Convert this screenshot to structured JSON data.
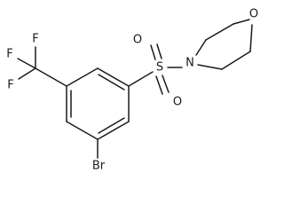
{
  "molecule": {
    "atoms": {
      "fluorine_top": "F",
      "fluorine_left": "F",
      "fluorine_bottom": "F",
      "sulfur": "S",
      "oxygen_upper": "O",
      "oxygen_lower": "O",
      "nitrogen": "N",
      "oxygen_ring": "O",
      "bromine": "Br"
    }
  }
}
